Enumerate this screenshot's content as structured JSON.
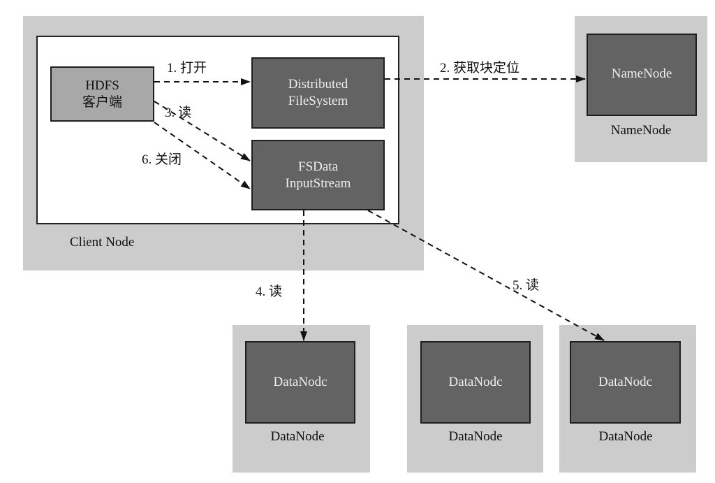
{
  "client_node": {
    "caption": "Client Node",
    "hdfs_client": {
      "line1": "HDFS",
      "line2": "客户端"
    },
    "distributed_fs": {
      "line1": "Distributed",
      "line2": "FileSystem"
    },
    "fsdata_input_stream": {
      "line1": "FSData",
      "line2": "InputStream"
    }
  },
  "name_node": {
    "box_label": "NameNode",
    "caption": "NameNode"
  },
  "data_nodes": [
    {
      "box_label": "DataNodc",
      "caption": "DataNode"
    },
    {
      "box_label": "DataNodc",
      "caption": "DataNode"
    },
    {
      "box_label": "DataNodc",
      "caption": "DataNode"
    }
  ],
  "steps": [
    {
      "id": "1",
      "label": "1.  打开"
    },
    {
      "id": "2",
      "label": "2.  获取块定位"
    },
    {
      "id": "3",
      "label": "3.  读"
    },
    {
      "id": "4",
      "label": "4.  读"
    },
    {
      "id": "5",
      "label": "5.  读"
    },
    {
      "id": "6",
      "label": "6.  关闭"
    }
  ]
}
